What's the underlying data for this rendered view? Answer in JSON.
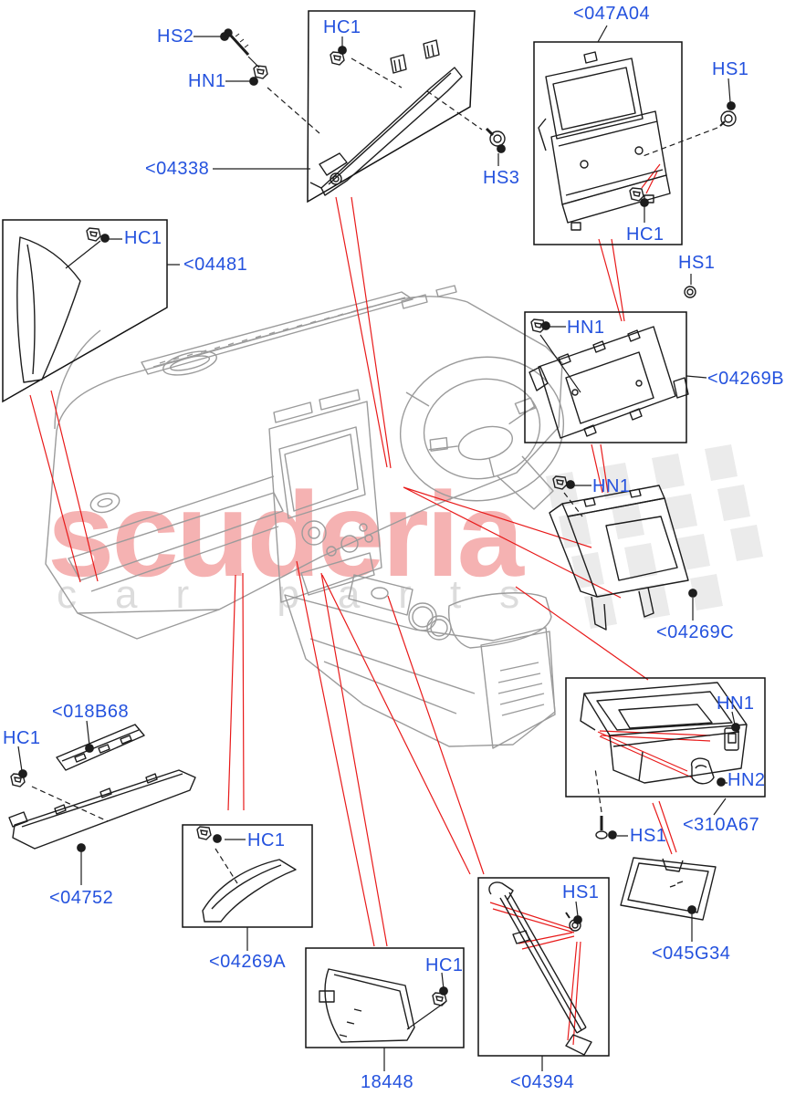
{
  "watermark": {
    "brand": "scuderia",
    "tagline": "car parts"
  },
  "colors": {
    "label_blue": "#2452DE",
    "leader_red": "#E81A1A",
    "box_black": "#111111",
    "scene_gray": "#9B9B9B",
    "watermark_pink": "#F5B2B2",
    "watermark_gray": "#DCDCDC",
    "flag_gray": "#EBEBEB"
  },
  "callouts": [
    {
      "id": "hs2",
      "text": "HS2"
    },
    {
      "id": "hn1-top",
      "text": "HN1"
    },
    {
      "id": "hc1-04338",
      "text": "HC1"
    },
    {
      "id": "04338",
      "text": "<04338"
    },
    {
      "id": "hs3",
      "text": "HS3"
    },
    {
      "id": "047a04",
      "text": "<047A04"
    },
    {
      "id": "hs1-047a04",
      "text": "HS1"
    },
    {
      "id": "hc1-047a04",
      "text": "HC1"
    },
    {
      "id": "hc1-04481",
      "text": "HC1"
    },
    {
      "id": "04481",
      "text": "<04481"
    },
    {
      "id": "hs1-04269b",
      "text": "HS1"
    },
    {
      "id": "hn1-04269b",
      "text": "HN1"
    },
    {
      "id": "04269b",
      "text": "<04269B"
    },
    {
      "id": "hn1-04269c",
      "text": "HN1"
    },
    {
      "id": "04269c",
      "text": "<04269C"
    },
    {
      "id": "hn1-310a67",
      "text": "HN1"
    },
    {
      "id": "hn2-310a67",
      "text": "HN2"
    },
    {
      "id": "310a67",
      "text": "<310A67"
    },
    {
      "id": "hs1-310a67",
      "text": "HS1"
    },
    {
      "id": "045g34",
      "text": "<045G34"
    },
    {
      "id": "018b68",
      "text": "<018B68"
    },
    {
      "id": "hc1-04752",
      "text": "HC1"
    },
    {
      "id": "04752",
      "text": "<04752"
    },
    {
      "id": "hc1-04269a",
      "text": "HC1"
    },
    {
      "id": "04269a",
      "text": "<04269A"
    },
    {
      "id": "hc1-18448",
      "text": "HC1"
    },
    {
      "id": "18448",
      "text": "18448"
    },
    {
      "id": "hs1-04394",
      "text": "HS1"
    },
    {
      "id": "04394",
      "text": "<04394"
    }
  ]
}
